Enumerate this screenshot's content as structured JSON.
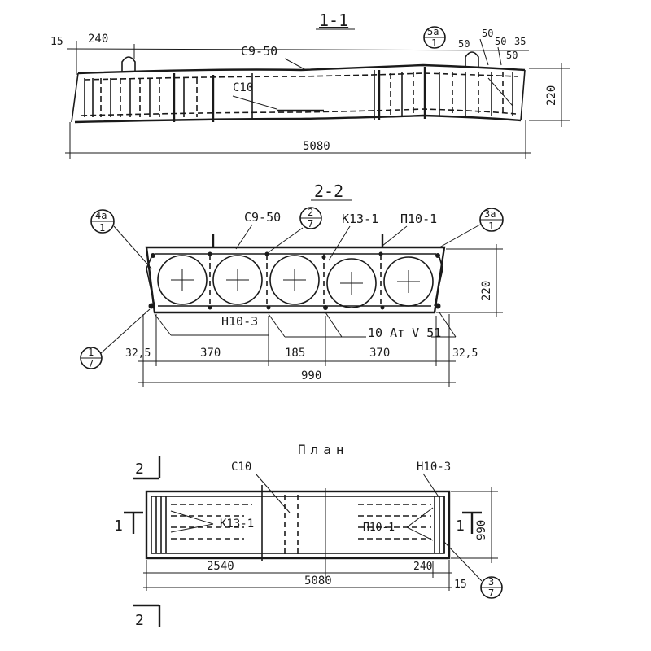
{
  "section_1": {
    "title": "1-1",
    "dim_15": "15",
    "dim_240": "240",
    "label_c9": "С9-50",
    "label_c10": "С10",
    "callout_top": "5а",
    "callout_bottom": "1",
    "dim_50a": "50",
    "dim_50b": "50",
    "dim_50c": "50",
    "dim_35": "35",
    "dim_50d": "50",
    "dim_220": "220",
    "dim_5080": "5080"
  },
  "section_2": {
    "title": "2-2",
    "callout_left_top": "4а",
    "callout_left_bottom": "1",
    "callout_mid_top": "2",
    "callout_mid_bottom": "7",
    "callout_right_top": "3а",
    "callout_right_bottom": "1",
    "callout_low_top": "1",
    "callout_low_bottom": "7",
    "label_c9": "С9-50",
    "label_k13": "К13-1",
    "label_p10": "П10-1",
    "label_n10": "Н10-3",
    "label_rebar": "10 Ат V 51",
    "dim_220": "220",
    "dim_32_5_left": "32,5",
    "dim_370_left": "370",
    "dim_185": "185",
    "dim_370_right": "370",
    "dim_32_5_right": "32,5",
    "dim_990": "990"
  },
  "plan": {
    "title": "План",
    "cut_2_top": "2",
    "cut_2_bottom": "2",
    "cut_1_left": "1",
    "cut_1_right": "1",
    "label_c10": "С10",
    "label_n10": "Н10-3",
    "label_k13": "К13-1",
    "label_p10": "П10-1",
    "dim_990": "990",
    "dim_2540": "2540",
    "dim_240": "240",
    "dim_5080": "5080",
    "dim_15": "15",
    "callout_top": "3",
    "callout_bottom": "7"
  }
}
